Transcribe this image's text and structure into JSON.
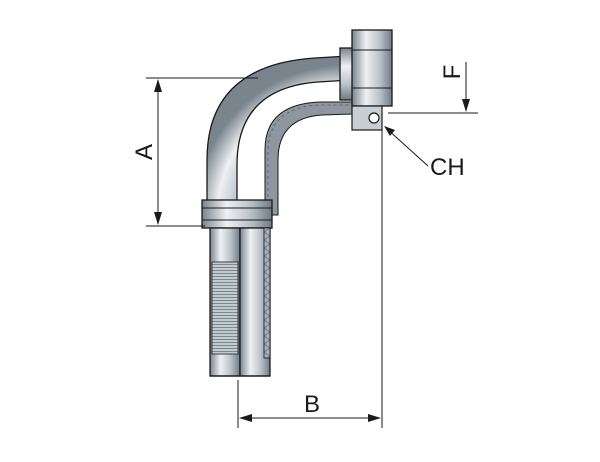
{
  "labels": {
    "a": "A",
    "b": "B",
    "f": "F",
    "ch": "CH"
  },
  "colors": {
    "line": "#1a1a1a",
    "metal_dark": "#6f7a84",
    "metal_mid": "#b9c1c8",
    "metal_light": "#eef1f3",
    "thread": "#8a939b",
    "background": "#ffffff"
  }
}
